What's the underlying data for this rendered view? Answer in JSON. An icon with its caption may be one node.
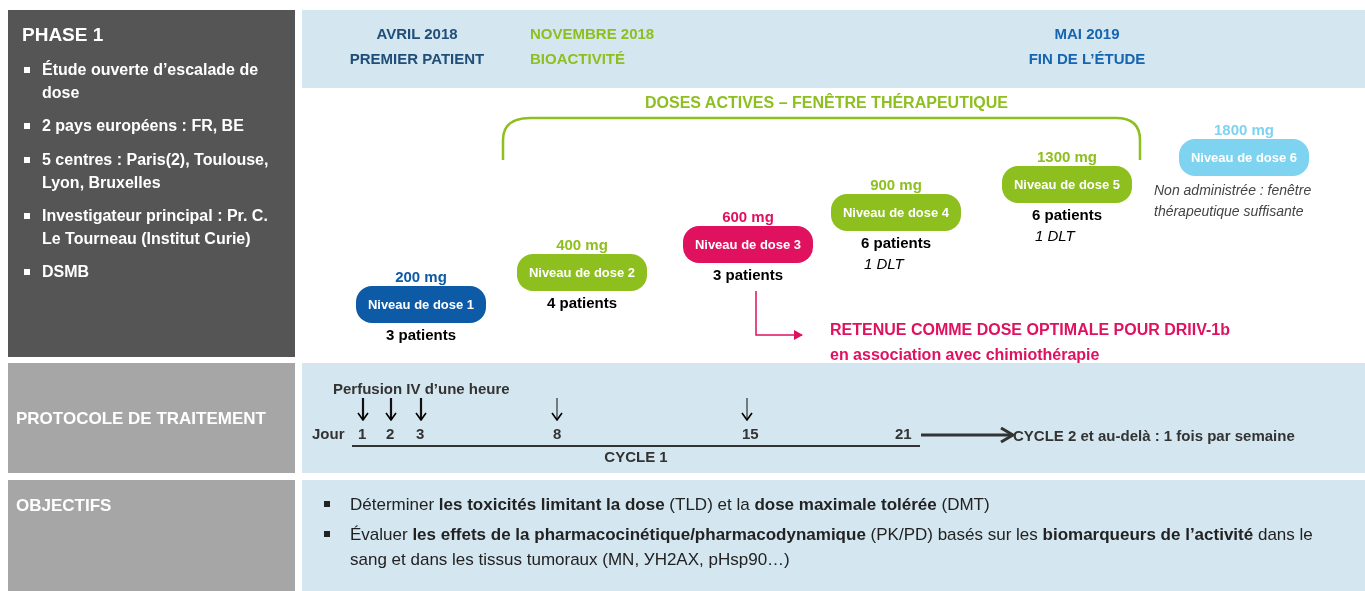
{
  "diagram": {
    "nodes": [
      {
        "text": [
          "PHASE 1",
          "Étude ouverte d’escalade de dose",
          "2 pays européens : FR, BE",
          "5 centres : Paris(2), Toulouse, Lyon, Bruxelles",
          "Investigateur principal : Pr. C. Le Tourneau (Institut Curie)",
          "DSMB"
        ]
      },
      {
        "text": [
          "AVRIL 2018 PREMIER PATIENT",
          "NOVEMBRE 2018 BIOACTIVITÉ",
          "MAI 2019 FIN DE L’ÉTUDE"
        ]
      },
      {
        "text": [
          "Niveau de dose 1"
        ],
        "beside": [
          "200 mg",
          "3 patients"
        ]
      },
      {
        "text": [
          "Niveau de dose 2"
        ],
        "beside": [
          "400 mg",
          "4 patients"
        ]
      },
      {
        "text": [
          "Niveau de dose 3"
        ],
        "beside": [
          "600 mg",
          "3 patients"
        ]
      },
      {
        "text": [
          "Niveau de dose 4"
        ],
        "beside": [
          "900 mg",
          "6 patients",
          "1 DLT"
        ]
      },
      {
        "text": [
          "Niveau de dose 5"
        ],
        "beside": [
          "1300 mg",
          "6 patients",
          "1 DLT"
        ]
      },
      {
        "text": [
          "Niveau de dose 6"
        ],
        "beside": [
          "1800 mg",
          "Non administrée : fenêtre thérapeutique suffisante"
        ]
      },
      {
        "text": [
          "RETENUE COMME DOSE OPTIMALE POUR DRIIV-1b",
          "en association avec chimiothérapie"
        ]
      },
      {
        "text": [
          "PROTOCOLE DE TRAITEMENT"
        ]
      },
      {
        "text": [],
        "shape": "box"
      },
      {
        "text": [
          "CYCLE 2 et au-delà : 1 fois par semaine"
        ],
        "in": 10
      },
      {
        "text": [
          "OBJECTIFS"
        ]
      },
      {
        "text": [
          "Déterminer **les toxicités limitant la dose** (TLD) et la **dose maximale tolérée** (DMT)",
          "Évaluer **les effets de la pharmacocinétique/pharmacodynamique** (PK/PD) basés sur les **biomarqueurs de l’activité** dans le sang et dans les tissus tumoraux (MN, УH2AX, pHsp90…)"
        ]
      },
      {
        "text": [
          "CYCLE 1"
        ],
        "in": 10
      }
    ],
    "edges": [
      {
        "from": 4,
        "to": 8,
        "arrow": "to",
        "color": "#e0115f"
      },
      {
        "from": 14,
        "to": 11,
        "arrow": "to",
        "color": "#333333"
      }
    ],
    "labels": [
      "DOSES ACTIVES – FENÊTRE THÉRAPEUTIQUE",
      "Perfusion IV d’une heure",
      "Jour",
      "1",
      "2",
      "3",
      "8",
      "15",
      "21"
    ]
  }
}
